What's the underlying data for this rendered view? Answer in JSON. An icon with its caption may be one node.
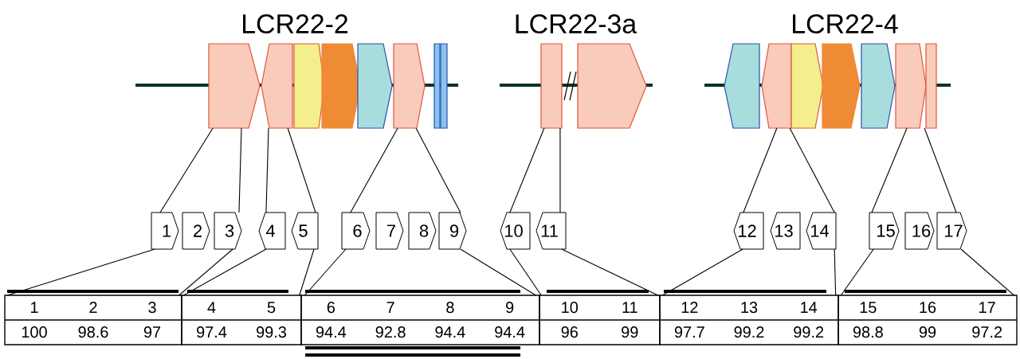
{
  "diagram": {
    "nodes": [
      {
        "text": [],
        "shape": "pentagon"
      },
      {
        "text": [],
        "shape": "pentagon"
      },
      {
        "text": [],
        "shape": "pentagon"
      },
      {
        "text": [],
        "shape": "pentagon"
      },
      {
        "text": [],
        "shape": "pentagon"
      },
      {
        "text": [],
        "shape": "pentagon"
      },
      {
        "text": [],
        "shape": "box"
      },
      {
        "text": [],
        "shape": "box"
      },
      {
        "text": [],
        "shape": "box"
      },
      {
        "text": [],
        "shape": "pentagon"
      },
      {
        "text": [],
        "shape": "pentagon"
      },
      {
        "text": [],
        "shape": "pentagon"
      },
      {
        "text": [],
        "shape": "pentagon"
      },
      {
        "text": [],
        "shape": "pentagon"
      },
      {
        "text": [],
        "shape": "pentagon"
      },
      {
        "text": [],
        "shape": "pentagon"
      },
      {
        "text": [],
        "shape": "box"
      },
      {
        "text": [
          "1"
        ]
      },
      {
        "text": [
          "2"
        ]
      },
      {
        "text": [
          "3"
        ]
      },
      {
        "text": [
          "4"
        ]
      },
      {
        "text": [
          "5"
        ]
      },
      {
        "text": [
          "6"
        ]
      },
      {
        "text": [
          "7"
        ]
      },
      {
        "text": [
          "8"
        ]
      },
      {
        "text": [
          "9"
        ]
      },
      {
        "text": [
          "10"
        ]
      },
      {
        "text": [
          "11"
        ]
      },
      {
        "text": [
          "12"
        ]
      },
      {
        "text": [
          "13"
        ]
      },
      {
        "text": [
          "14"
        ]
      },
      {
        "text": [
          "15"
        ]
      },
      {
        "text": [
          "16"
        ]
      },
      {
        "text": [
          "17"
        ]
      },
      {
        "text": [
          "1",
          "2",
          "3",
          "100",
          "98.6",
          "97"
        ]
      },
      {
        "text": [
          "4",
          "5",
          "97.4",
          "99.3"
        ]
      },
      {
        "text": [
          "6",
          "7",
          "8",
          "9",
          "94.4",
          "92.8",
          "94.4",
          "94.4"
        ]
      },
      {
        "text": [
          "10",
          "11",
          "96",
          "99"
        ]
      },
      {
        "text": [
          "12",
          "13",
          "14",
          "97.7",
          "99.2",
          "99.2"
        ]
      },
      {
        "text": [
          "15",
          "16",
          "17",
          "98.8",
          "99",
          "97.2"
        ]
      }
    ],
    "edges": [
      {
        "from": 0,
        "to": 17,
        "arrow": "none"
      },
      {
        "from": 0,
        "to": 19,
        "arrow": "none"
      },
      {
        "from": 1,
        "to": 20,
        "arrow": "none"
      },
      {
        "from": 1,
        "to": 21,
        "arrow": "none"
      },
      {
        "from": 5,
        "to": 22,
        "arrow": "none"
      },
      {
        "from": 5,
        "to": 25,
        "arrow": "none"
      },
      {
        "from": 8,
        "to": 26,
        "arrow": "none"
      },
      {
        "from": 8,
        "to": 27,
        "arrow": "none"
      },
      {
        "from": 11,
        "to": 28,
        "arrow": "none"
      },
      {
        "from": 11,
        "to": 30,
        "arrow": "none"
      },
      {
        "from": 15,
        "to": 31,
        "arrow": "none"
      },
      {
        "from": 15,
        "to": 33,
        "arrow": "none"
      },
      {
        "from": 17,
        "to": 34,
        "arrow": "none"
      },
      {
        "from": 19,
        "to": 34,
        "arrow": "none"
      },
      {
        "from": 20,
        "to": 35,
        "arrow": "none"
      },
      {
        "from": 21,
        "to": 35,
        "arrow": "none"
      },
      {
        "from": 22,
        "to": 36,
        "arrow": "none"
      },
      {
        "from": 25,
        "to": 36,
        "arrow": "none"
      },
      {
        "from": 26,
        "to": 37,
        "arrow": "none"
      },
      {
        "from": 27,
        "to": 37,
        "arrow": "none"
      },
      {
        "from": 28,
        "to": 38,
        "arrow": "none"
      },
      {
        "from": 30,
        "to": 38,
        "arrow": "none"
      },
      {
        "from": 31,
        "to": 39,
        "arrow": "none"
      },
      {
        "from": 33,
        "to": 39,
        "arrow": "none"
      }
    ],
    "labels": [
      "LCR22-2",
      "LCR22-3a",
      "LCR22-4"
    ]
  }
}
